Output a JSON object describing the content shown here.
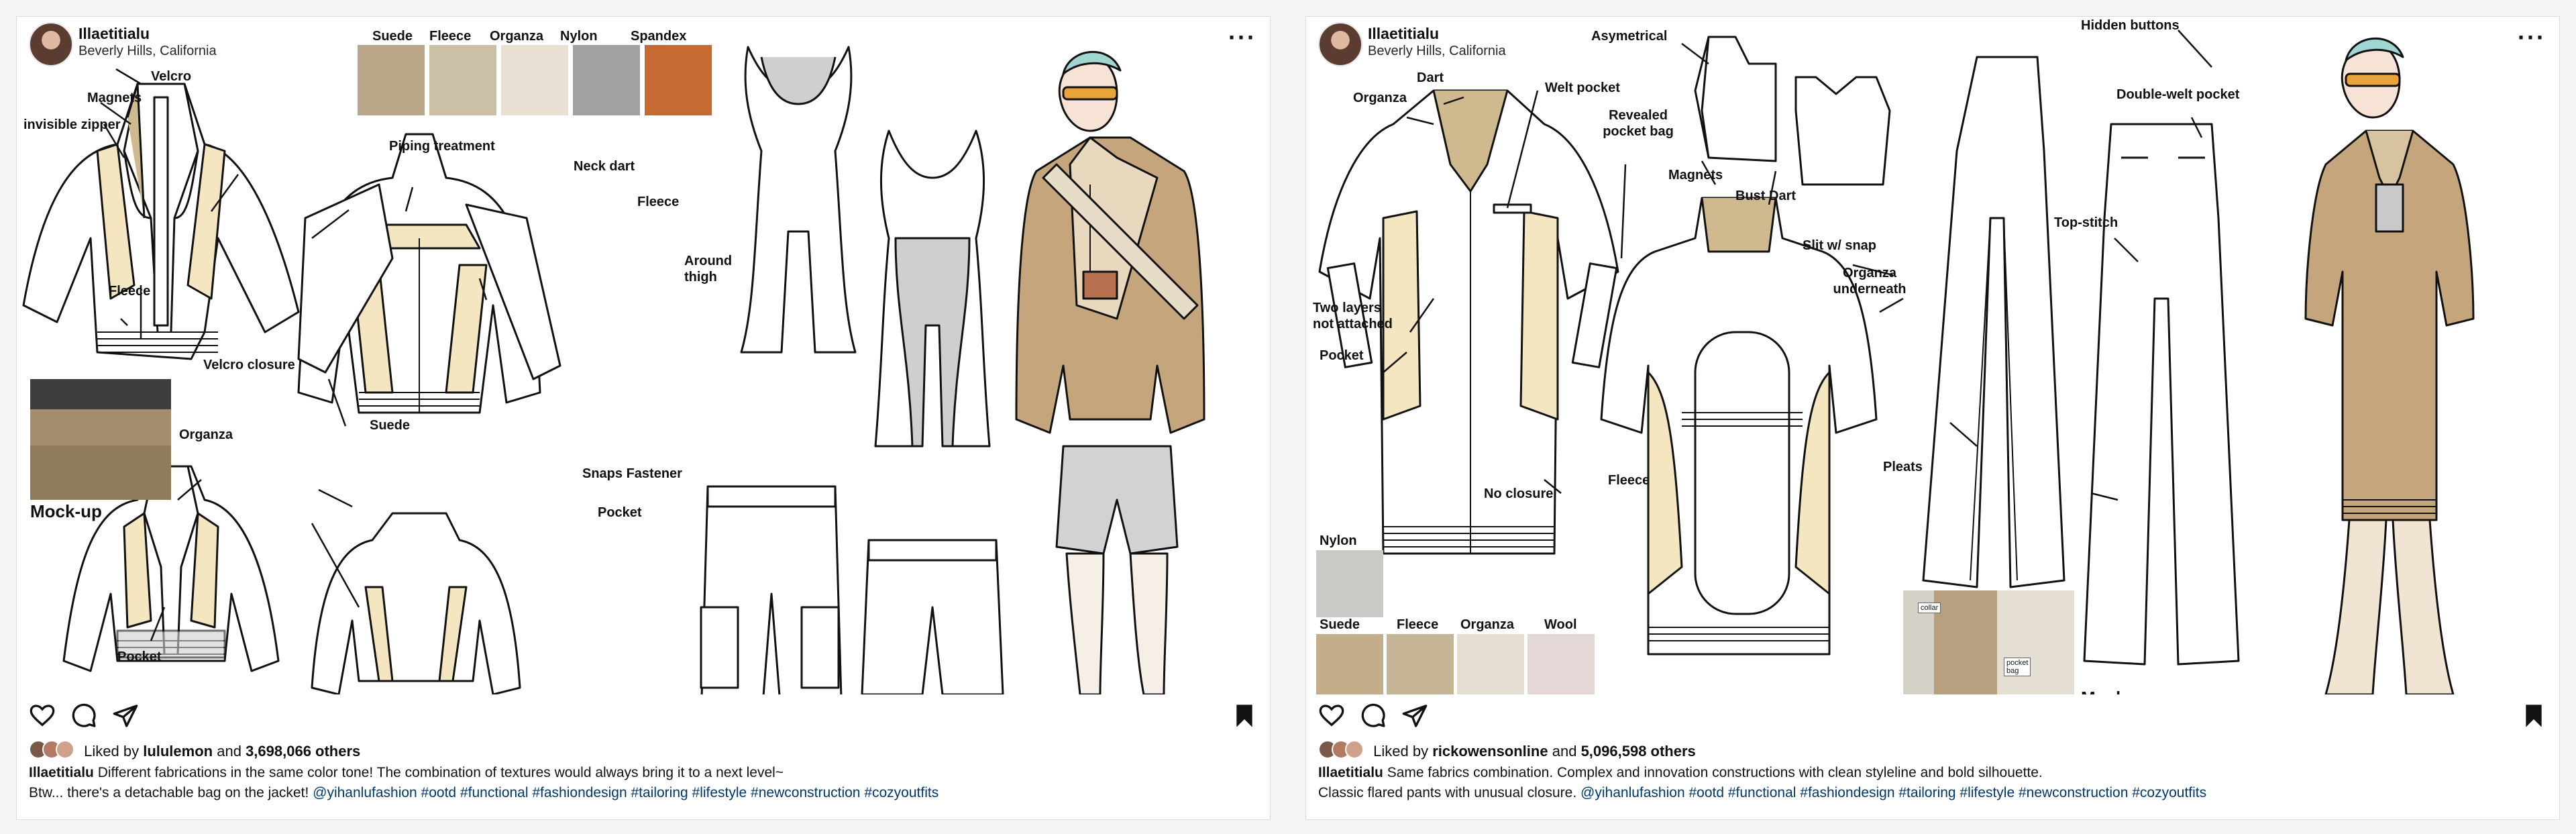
{
  "posts": [
    {
      "username": "Illaetitialu",
      "location": "Beverly Hills, California",
      "liked_by_prefix": "Liked by",
      "liked_by_user": "lululemon",
      "liked_by_and": "and",
      "liked_by_count": "3,698,066 others",
      "caption_user": "Illaetitialu",
      "caption_line1": "Different fabrications in the same color tone! The combination of textures would always bring it to a next level~",
      "caption_line2_text": "Btw... there's a detachable bag on the jacket!",
      "caption_line2_tags": "@yihanlufashion #ootd #functional #fashiondesign #tailoring #lifestyle #newconstruction #cozyoutfits",
      "swatches": [
        {
          "label": "Suede",
          "color": "#b9a689"
        },
        {
          "label": "Fleece",
          "color": "#cbbfa6"
        },
        {
          "label": "Organza",
          "color": "#e8e0d2"
        },
        {
          "label": "Nylon",
          "color": "#a1a1a1"
        },
        {
          "label": "Spandex",
          "color": "#c46a32"
        }
      ],
      "annotations": {
        "velcro": "Velcro",
        "magnets": "Magnets",
        "invisible_zipper": "invisible zipper",
        "piping_treatment": "Piping treatment",
        "neck_dart": "Neck dart",
        "fleece_back": "Fleece",
        "fleece_front": "Fleece",
        "velcro_closure": "Velcro closure",
        "suede": "Suede",
        "around_thigh": "Around\nthigh",
        "organza": "Organza",
        "mockup": "Mock-up",
        "pocket_jacket": "Pocket",
        "snaps_fastener": "Snaps Fastener",
        "pocket_shorts": "Pocket"
      }
    },
    {
      "username": "Illaetitialu",
      "location": "Beverly Hills, California",
      "liked_by_prefix": "Liked by",
      "liked_by_user": "rickowensonline",
      "liked_by_and": "and",
      "liked_by_count": "5,096,598 others",
      "caption_user": "Illaetitialu",
      "caption_line1": "Same fabrics combination. Complex and innovation constructions with clean styleline and bold silhouette.",
      "caption_line2_text": "Classic flared pants with unusual closure.",
      "caption_line2_tags": "@yihanlufashion #ootd #functional #fashiondesign #tailoring #lifestyle #newconstruction #cozyoutfits",
      "swatches": [
        {
          "label": "Nylon",
          "color": "#c9c9c6"
        },
        {
          "label": "Suede",
          "color": "#c3ad8a"
        },
        {
          "label": "Fleece",
          "color": "#c7b597"
        },
        {
          "label": "Organza",
          "color": "#e6ddd1"
        },
        {
          "label": "Wool",
          "color": "#e3d8d6"
        }
      ],
      "annotations": {
        "asymetrical": "Asymetrical",
        "hidden_buttons": "Hidden buttons",
        "dart": "Dart",
        "organza": "Organza",
        "welt_pocket": "Welt pocket",
        "revealed_pocket_bag": "Revealed\npocket bag",
        "double_welt_pocket": "Double-welt pocket",
        "magnets": "Magnets",
        "bust_dart": "Bust Dart",
        "slit_snap": "Slit w/ snap",
        "organza_underneath": "Organza\nunderneath",
        "top_stitch": "Top-stitch",
        "two_layers": "Two layers\nnot attached",
        "pocket": "Pocket",
        "fleece": "Fleece",
        "no_closure": "No closure",
        "pleats": "Pleats",
        "mockup": "Mock-up",
        "mock_collar_tag": "collar",
        "mock_pocket_tag": "pocket\nbag"
      }
    }
  ],
  "colors": {
    "tag_link": "#00376b",
    "cream_fabric": "#f3e6c0",
    "khaki_fabric": "#cfb98f",
    "grey_fabric": "#cfcfcf"
  },
  "icons": [
    "heart-icon",
    "comment-icon",
    "share-icon",
    "bookmark-icon",
    "more-icon"
  ]
}
